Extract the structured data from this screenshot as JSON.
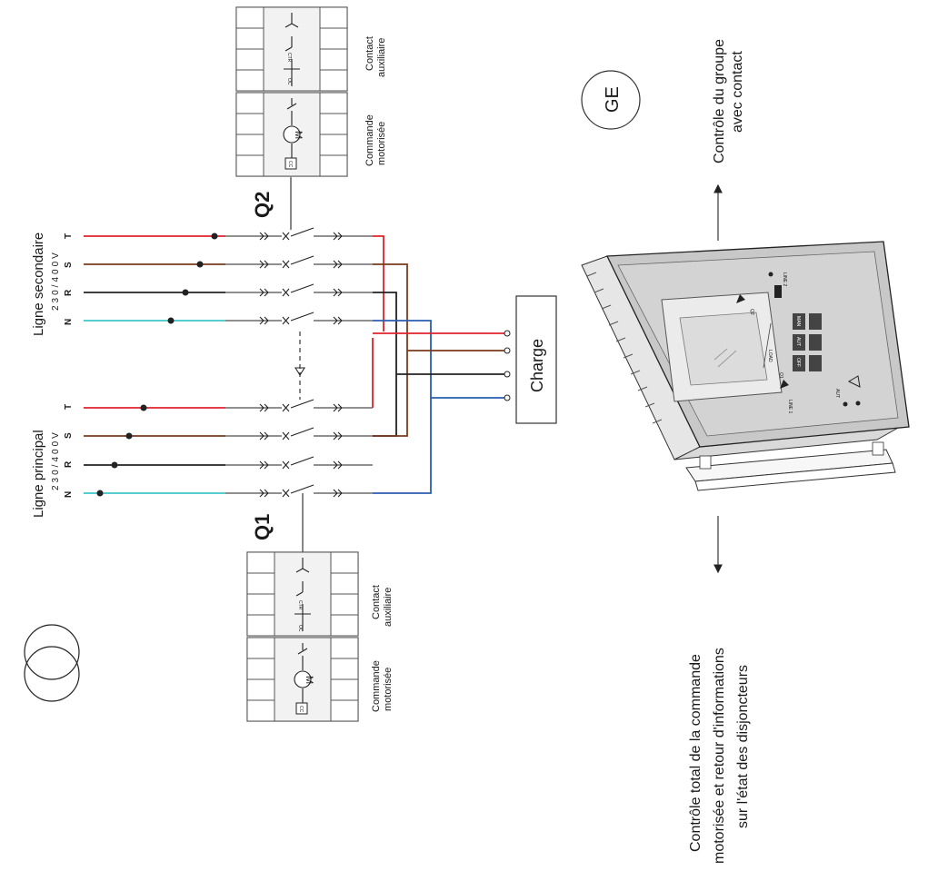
{
  "labels": {
    "ligne_principal": "Ligne principal",
    "ligne_principal_voltage": "230/400V",
    "ligne_secondaire": "Ligne secondaire",
    "ligne_secondaire_voltage": "230/400V",
    "q1": "Q1",
    "q2": "Q2",
    "charge": "Charge",
    "ge": "GE",
    "contact_auxiliaire": [
      "Contact",
      "auxiliaire"
    ],
    "commande_motorisee": [
      "Commande",
      "motorisée"
    ],
    "controle_total": [
      "Contrôle total de la commande",
      "motorisée et retour d'informations",
      "sur l'état des disjoncteurs"
    ],
    "controle_groupe": [
      "Contrôle du groupe",
      "avec contact"
    ],
    "box_oc": "OC",
    "box_ctr": "CTR",
    "box_cc": "CC",
    "box_m": "M"
  },
  "phases": [
    "N",
    "R",
    "S",
    "T"
  ],
  "device": {
    "line1": "LINE 1",
    "line2": "LINE 2",
    "load": "LOAD",
    "q1": "Q1",
    "q2": "Q2",
    "aut": "AUT",
    "keys": [
      "MAN",
      "AUT",
      "OFF"
    ]
  },
  "colors": {
    "neutral": "#3ec7c9",
    "r": "#222222",
    "s": "#7a3a1a",
    "t": "#e0232b",
    "blue": "#2a5db0"
  }
}
